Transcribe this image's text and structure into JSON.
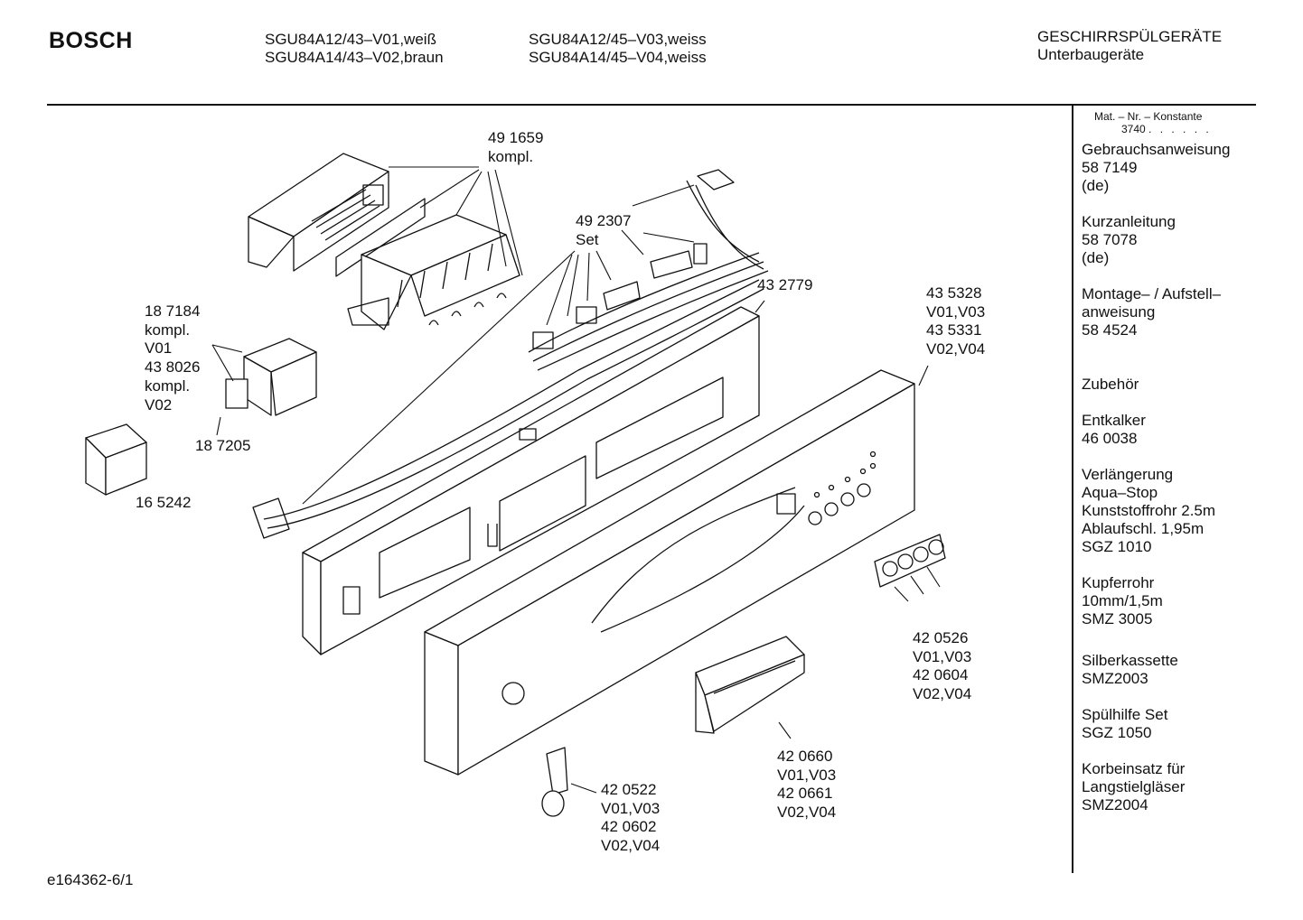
{
  "header": {
    "brand": "BOSCH",
    "models_col1": [
      "SGU84A12/43–V01,weiß",
      "SGU84A14/43–V02,braun"
    ],
    "models_col2": [
      "SGU84A12/45–V03,weiss",
      "SGU84A14/45–V04,weiss"
    ],
    "category": [
      "GESCHIRRSPÜLGERÄTE",
      "Unterbaugeräte"
    ]
  },
  "sidebar": {
    "mat_label": "Mat. – Nr. – Konstante",
    "konstante": "3740",
    "konstante_dots": ". . . . . .",
    "groups": [
      [
        "Gebrauchsanweisung",
        "58 7149",
        "(de)"
      ],
      [
        "Kurzanleitung",
        "58 7078",
        "(de)"
      ],
      [
        "Montage– / Aufstell–",
        "anweisung",
        "58 4524"
      ],
      [
        "Zubehör"
      ],
      [
        "Entkalker",
        "46 0038"
      ],
      [
        "Verlängerung",
        "Aqua–Stop",
        "Kunststoffrohr 2.5m",
        "Ablaufschl. 1,95m",
        "SGZ 1010"
      ],
      [
        "Kupferrohr",
        "10mm/1,5m",
        "SMZ 3005"
      ],
      [
        "Silberkassette",
        "SMZ2003"
      ],
      [
        "Spülhilfe Set",
        "SGZ 1050"
      ],
      [
        "Korbeinsatz für",
        "Langstielgläser",
        "SMZ2004"
      ]
    ]
  },
  "callouts": {
    "c491659": [
      "49 1659",
      "kompl."
    ],
    "c492307": [
      "49 2307",
      "Set"
    ],
    "c432779": [
      "43 2779"
    ],
    "c435328": [
      "43 5328",
      "V01,V03",
      "43 5331",
      "V02,V04"
    ],
    "c187184": [
      "18 7184",
      "kompl.",
      "V01",
      "43 8026",
      "kompl.",
      "V02"
    ],
    "c187205": [
      "18 7205"
    ],
    "c165242": [
      "16 5242"
    ],
    "c420526": [
      "42 0526",
      "V01,V03",
      "42 0604",
      "V02,V04"
    ],
    "c420660": [
      "42 0660",
      "V01,V03",
      "42 0661",
      "V02,V04"
    ],
    "c420522": [
      "42 0522",
      "V01,V03",
      "42 0602",
      "V02,V04"
    ]
  },
  "footer": {
    "drawing_id": "e164362-6/1"
  }
}
